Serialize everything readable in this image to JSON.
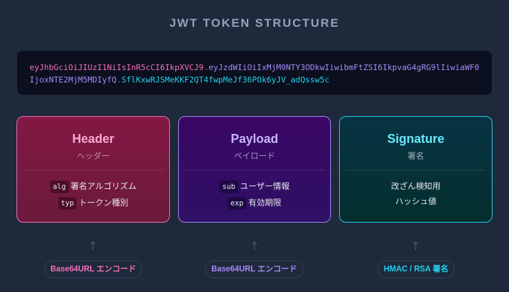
{
  "title": "JWT TOKEN STRUCTURE",
  "token": {
    "header": "eyJhbGciOiJIUzI1NiIsInR5cCI6IkpXVCJ9",
    "dot1": ".",
    "payload": "eyJzdWIiOiIxMjM0NTY3ODkwIiwibmFtZSI6IkpvaG4gRG9lIiwiaWF0IjoxNTE2MjM5MDIyfQ",
    "dot2": ".",
    "signature": "SflKxwRJSMeKKF2QT4fwpMeJf36POk6yJV_adQssw5c"
  },
  "colors": {
    "background": "#1e293b",
    "header": "#f472b6",
    "payload": "#a78bfa",
    "signature": "#22d3ee"
  },
  "cards": [
    {
      "title": "Header",
      "subtitle": "ヘッダー",
      "items": [
        {
          "key": "alg",
          "label": "署名アルゴリズム"
        },
        {
          "key": "typ",
          "label": "トークン種別"
        }
      ]
    },
    {
      "title": "Payload",
      "subtitle": "ペイロード",
      "items": [
        {
          "key": "sub",
          "label": "ユーザー情報"
        },
        {
          "key": "exp",
          "label": "有効期限"
        }
      ]
    },
    {
      "title": "Signature",
      "subtitle": "署名",
      "items": [
        {
          "key": "",
          "label": "改ざん検知用"
        },
        {
          "key": "",
          "label": "ハッシュ値"
        }
      ]
    }
  ],
  "arrows": [
    "↑",
    "↑",
    "↑"
  ],
  "pills": [
    "Base64URL エンコード",
    "Base64URL エンコード",
    "HMAC / RSA 署名"
  ]
}
